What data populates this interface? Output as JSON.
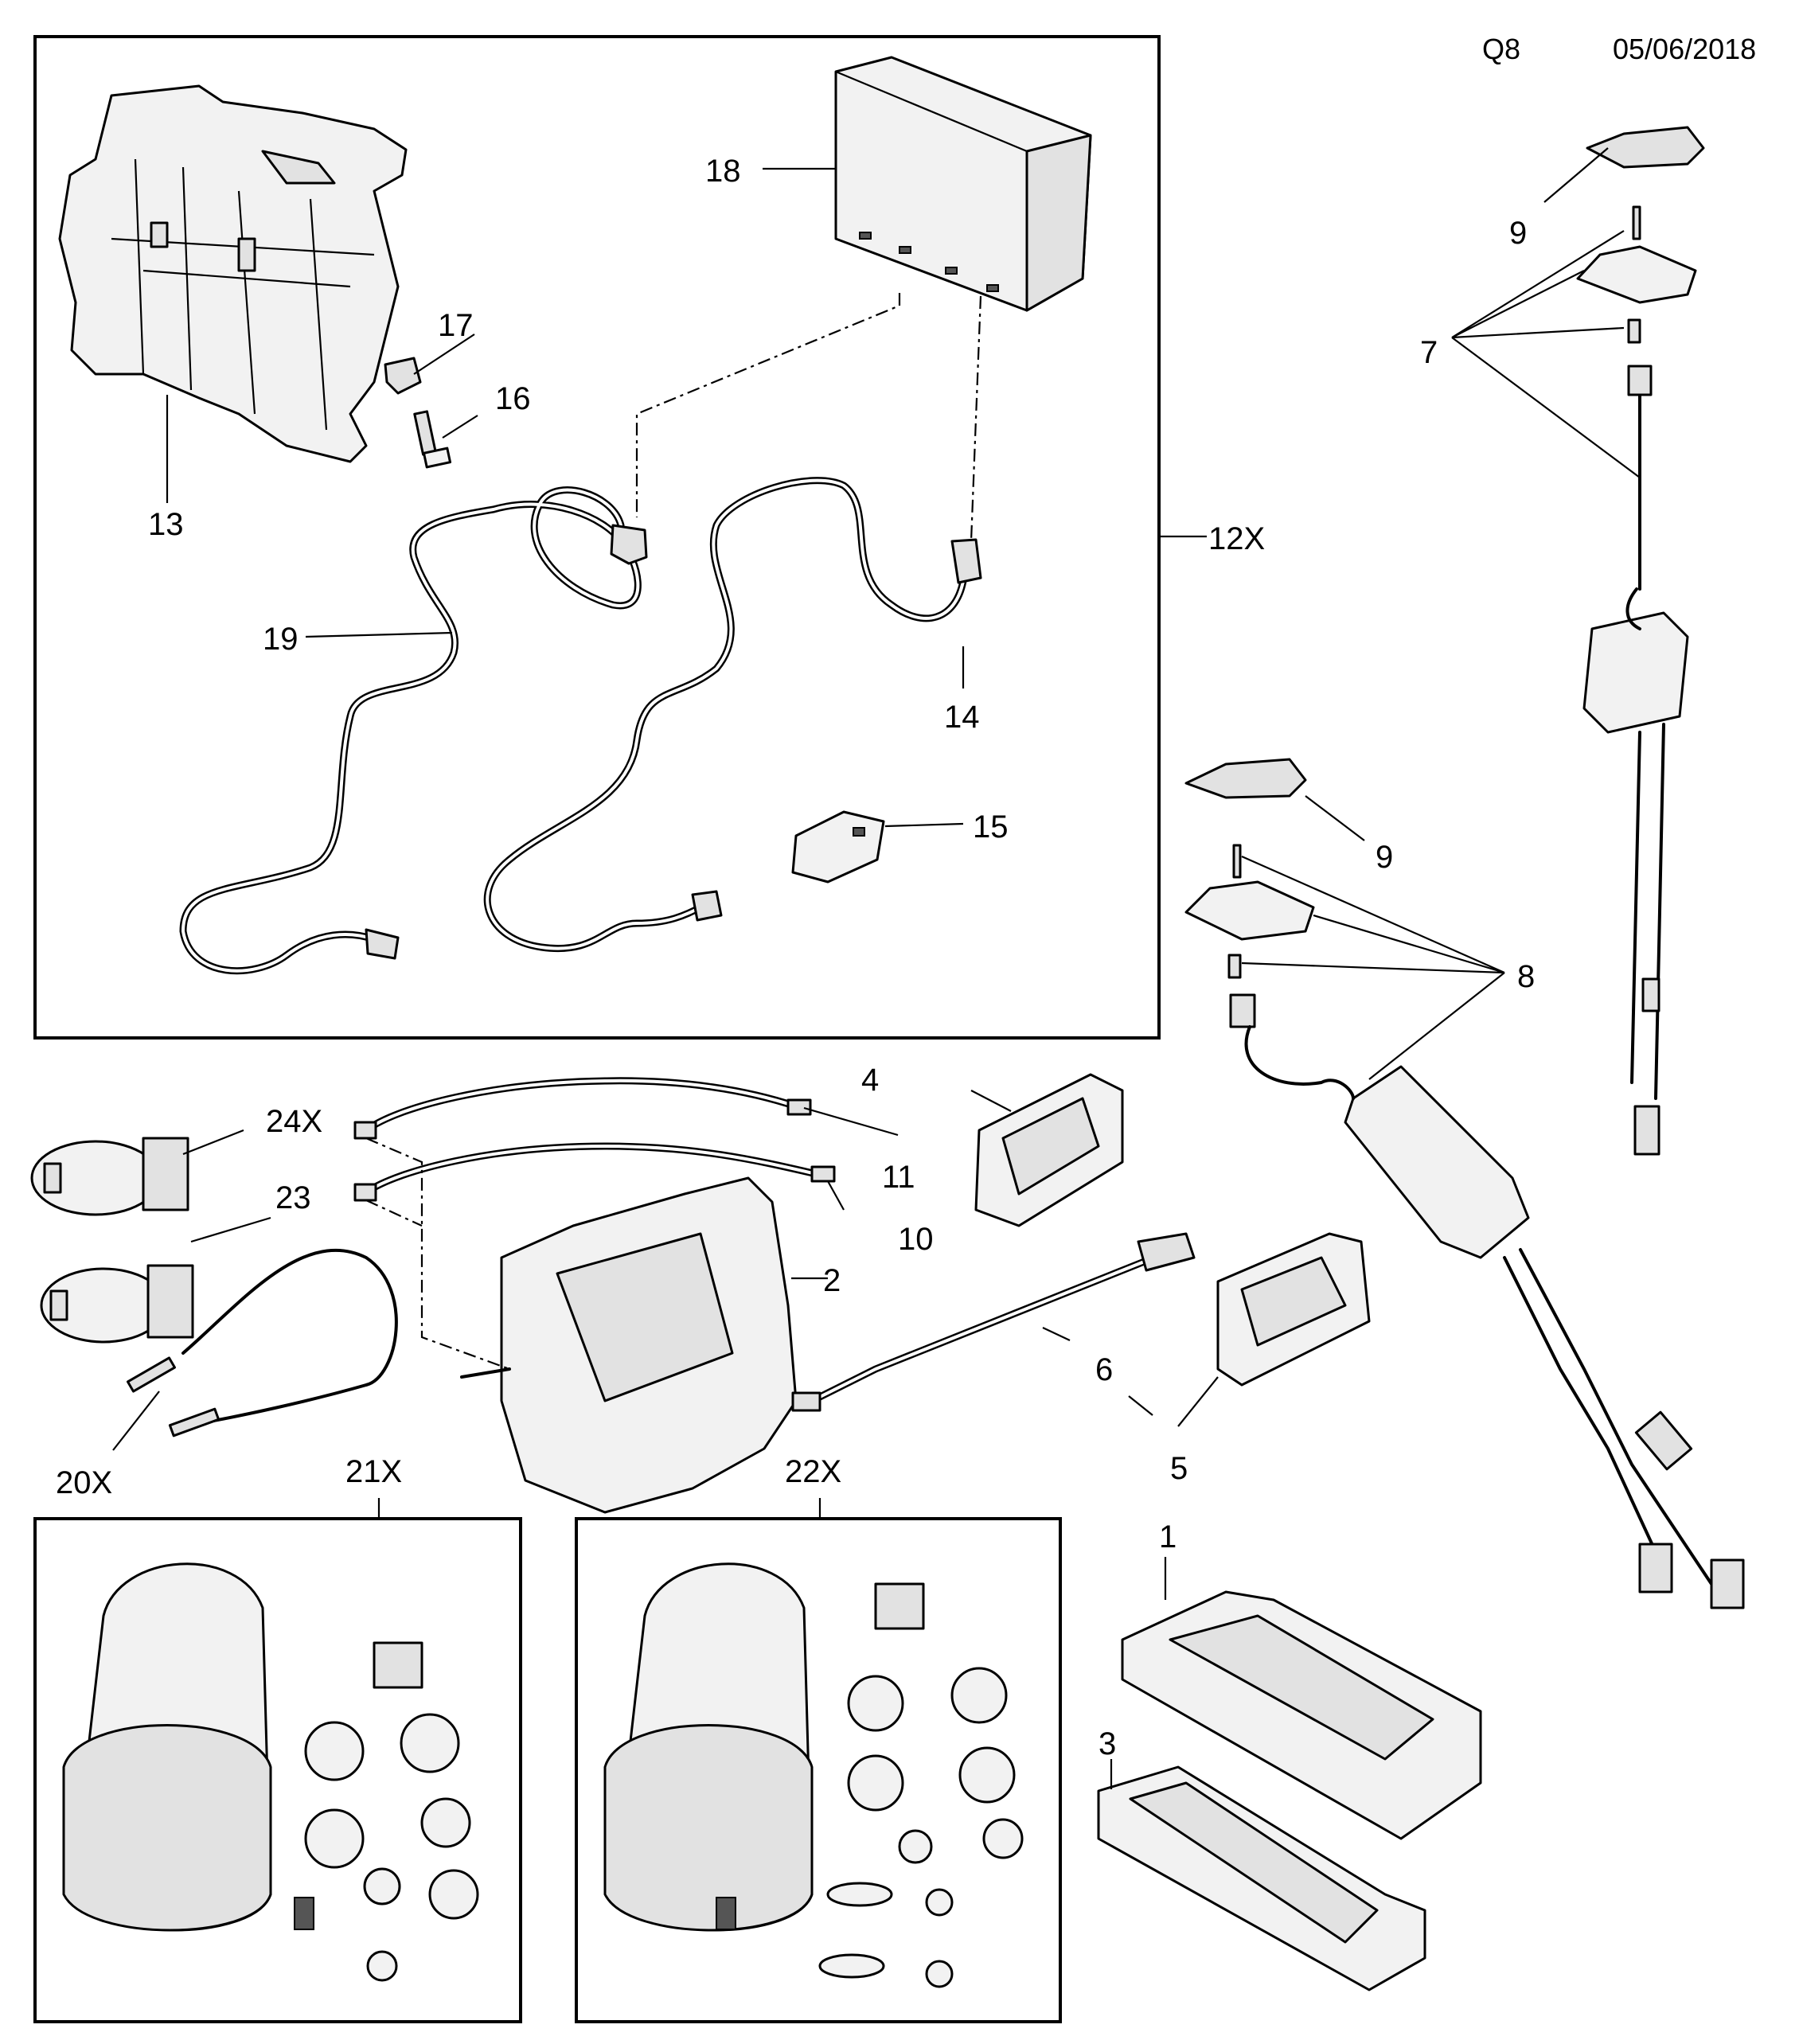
{
  "header": {
    "code": "Q8",
    "date": "05/06/2018"
  },
  "callouts": {
    "c1": "1",
    "c2": "2",
    "c3": "3",
    "c4": "4",
    "c5": "5",
    "c6": "6",
    "c7": "7",
    "c8": "8",
    "c9a": "9",
    "c9b": "9",
    "c10": "10",
    "c11": "11",
    "c12x": "12X",
    "c13": "13",
    "c14": "14",
    "c15": "15",
    "c16": "16",
    "c17": "17",
    "c18": "18",
    "c19": "19",
    "c20x": "20X",
    "c21x": "21X",
    "c22x": "22X",
    "c23": "23",
    "c24x": "24X"
  }
}
